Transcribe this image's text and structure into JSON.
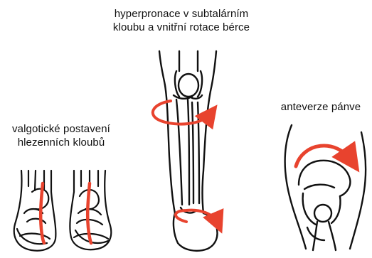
{
  "labels": {
    "valgus": {
      "line1": "valgotické postavení",
      "line2": "hlezenních kloubů"
    },
    "hyperpronation": {
      "line1": "hyperpronace v subtalárním",
      "line2": "kloubu a vnitřní rotace bérce"
    },
    "anteversion": {
      "line1": "anteverze pánve"
    }
  },
  "colors": {
    "accent": "#e8432e",
    "outline": "#111111",
    "background": "#ffffff"
  },
  "icons": {
    "feet": "valgus-feet-illustration",
    "leg": "lower-leg-illustration",
    "pelvis": "pelvis-illustration",
    "rotation_arrow": "curved-arrow-icon"
  }
}
